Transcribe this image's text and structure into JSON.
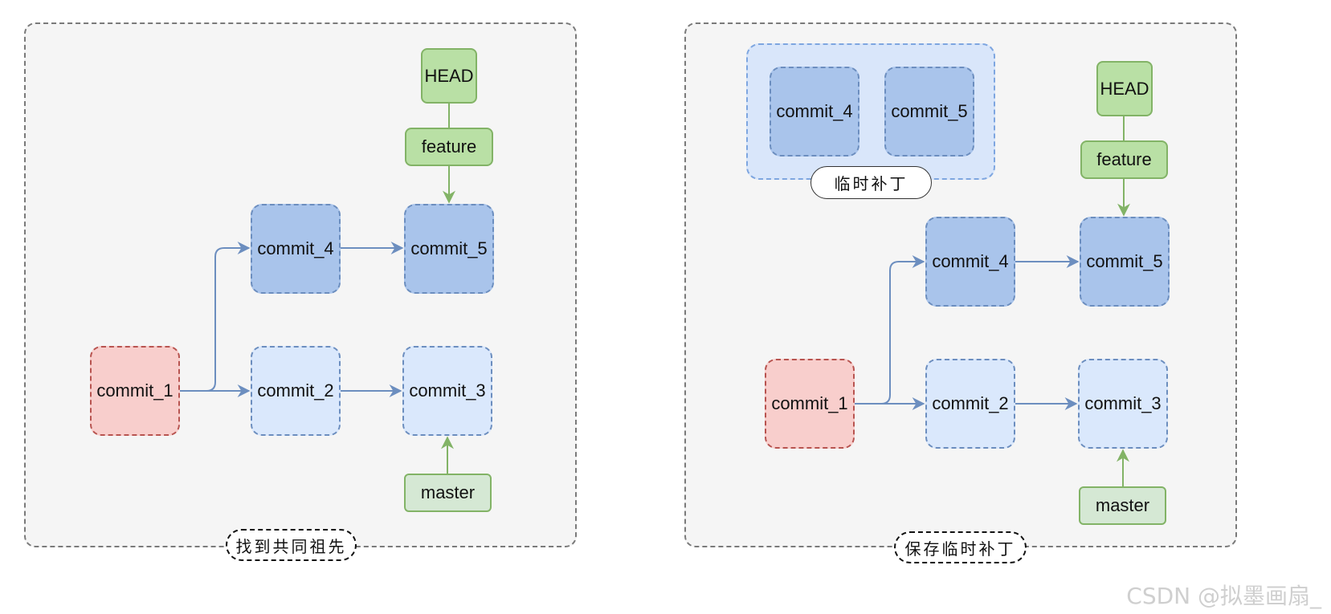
{
  "colors": {
    "blue_edge": "#6c8ebf",
    "green_edge": "#82b366",
    "panel_bg": "#f5f5f5",
    "red_fill": "#f8cecc",
    "lightblue_fill": "#dae8fc",
    "blue_fill": "#a9c4eb",
    "green_fill": "#b9e0a5"
  },
  "left_panel": {
    "caption": "找到共同祖先",
    "head": "HEAD",
    "feature": "feature",
    "master": "master",
    "commit_1": "commit_1",
    "commit_2": "commit_2",
    "commit_3": "commit_3",
    "commit_4": "commit_4",
    "commit_5": "commit_5"
  },
  "right_panel": {
    "caption": "保存临时补丁",
    "patch_group_label": "临时补丁",
    "patch_commit_4": "commit_4",
    "patch_commit_5": "commit_5",
    "head": "HEAD",
    "feature": "feature",
    "master": "master",
    "commit_1": "commit_1",
    "commit_2": "commit_2",
    "commit_3": "commit_3",
    "commit_4": "commit_4",
    "commit_5": "commit_5"
  },
  "watermark": "CSDN @拟墨画扇_"
}
